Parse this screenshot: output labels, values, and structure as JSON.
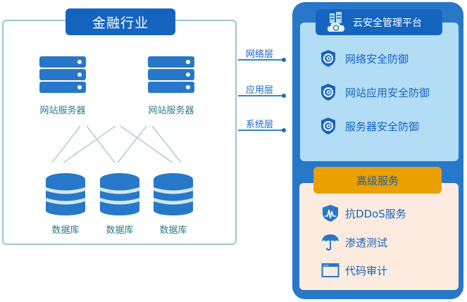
{
  "industry": {
    "title": "金融行业",
    "servers": [
      {
        "label": "网站服务器",
        "icon": "server-icon"
      },
      {
        "label": "网站服务器",
        "icon": "server-icon"
      }
    ],
    "databases": [
      {
        "label": "数据库",
        "icon": "database-icon"
      },
      {
        "label": "数据库",
        "icon": "database-icon"
      },
      {
        "label": "数据库",
        "icon": "database-icon"
      }
    ]
  },
  "layers": [
    {
      "label": "网络层"
    },
    {
      "label": "应用层"
    },
    {
      "label": "系统层"
    }
  ],
  "platform": {
    "title": "云安全管理平台",
    "icon": "cloud-server-icon",
    "items": [
      {
        "label": "网络安全防御",
        "icon": "shield-swirl-icon"
      },
      {
        "label": "网站应用安全防御",
        "icon": "shield-swirl-icon"
      },
      {
        "label": "服务器安全防御",
        "icon": "shield-swirl-icon"
      }
    ]
  },
  "premium": {
    "title": "高级服务",
    "items": [
      {
        "label": "抗DDoS服务",
        "icon": "shield-pulse-icon"
      },
      {
        "label": "渗透测试",
        "icon": "umbrella-icon"
      },
      {
        "label": "代码审计",
        "icon": "browser-window-icon"
      }
    ]
  },
  "colors": {
    "primary_blue": "#1565c0",
    "panel_blue": "#2778c8",
    "light_blue": "#b3dcf5",
    "frame_border": "#9cc5d6",
    "premium_orange": "#e9a000",
    "premium_bg": "#fcebde",
    "label_teal": "#2b7a8c"
  }
}
